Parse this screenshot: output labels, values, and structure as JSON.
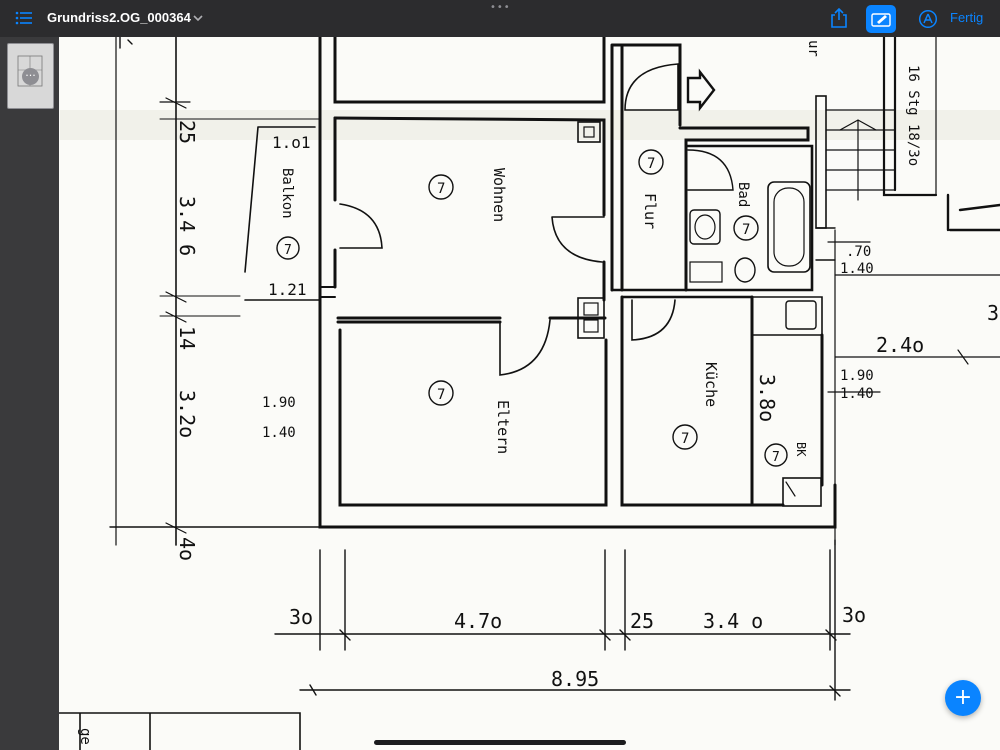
{
  "toolbar": {
    "title": "Grundriss2.OG_000364",
    "done_label": "Fertig",
    "more_dots": "•••",
    "icons": [
      "list-icon",
      "chevron-down-icon",
      "share-icon",
      "markup-icon",
      "person-circle-icon"
    ]
  },
  "sidebar": {
    "thumb_badge": "···"
  },
  "fab": {
    "label": "+"
  },
  "plan": {
    "rooms": {
      "wohnen": "Wohnen",
      "eltern": "Eltern",
      "flur": "Flur",
      "bad": "Bad",
      "kueche": "Küche",
      "balkon": "Balkon",
      "bk": "BK",
      "stair": "16 Stg 18/3o",
      "cut_ur": "ur",
      "cut_ge": "ge",
      "circle": "7"
    },
    "dims": {
      "d25": "25",
      "d346": "3.4 6",
      "d14": "14",
      "d320": "3.2o",
      "d40": "4o",
      "balcony_w": "1.o1",
      "balcony_d": "1.21",
      "win_left_top": "1.90",
      "win_left_bot": "1.40",
      "win_bath_top": ".70",
      "win_bath_bot": "1.40",
      "d240": "2.4o",
      "win_kitchen_top": "1.90",
      "win_kitchen_bot": "1.40",
      "d380": "3.8o",
      "bot_30a": "3o",
      "bot_470": "4.7o",
      "bot_25": "25",
      "bot_340": "3.4 o",
      "bot_30b": "3o",
      "total": "8.95",
      "edge_3": "3"
    }
  },
  "colors": {
    "accent": "#0a84ff",
    "toolbar_bg": "#2c2c2e",
    "sidebar_bg": "#3a3a3c",
    "paper": "#fbfbf8"
  }
}
